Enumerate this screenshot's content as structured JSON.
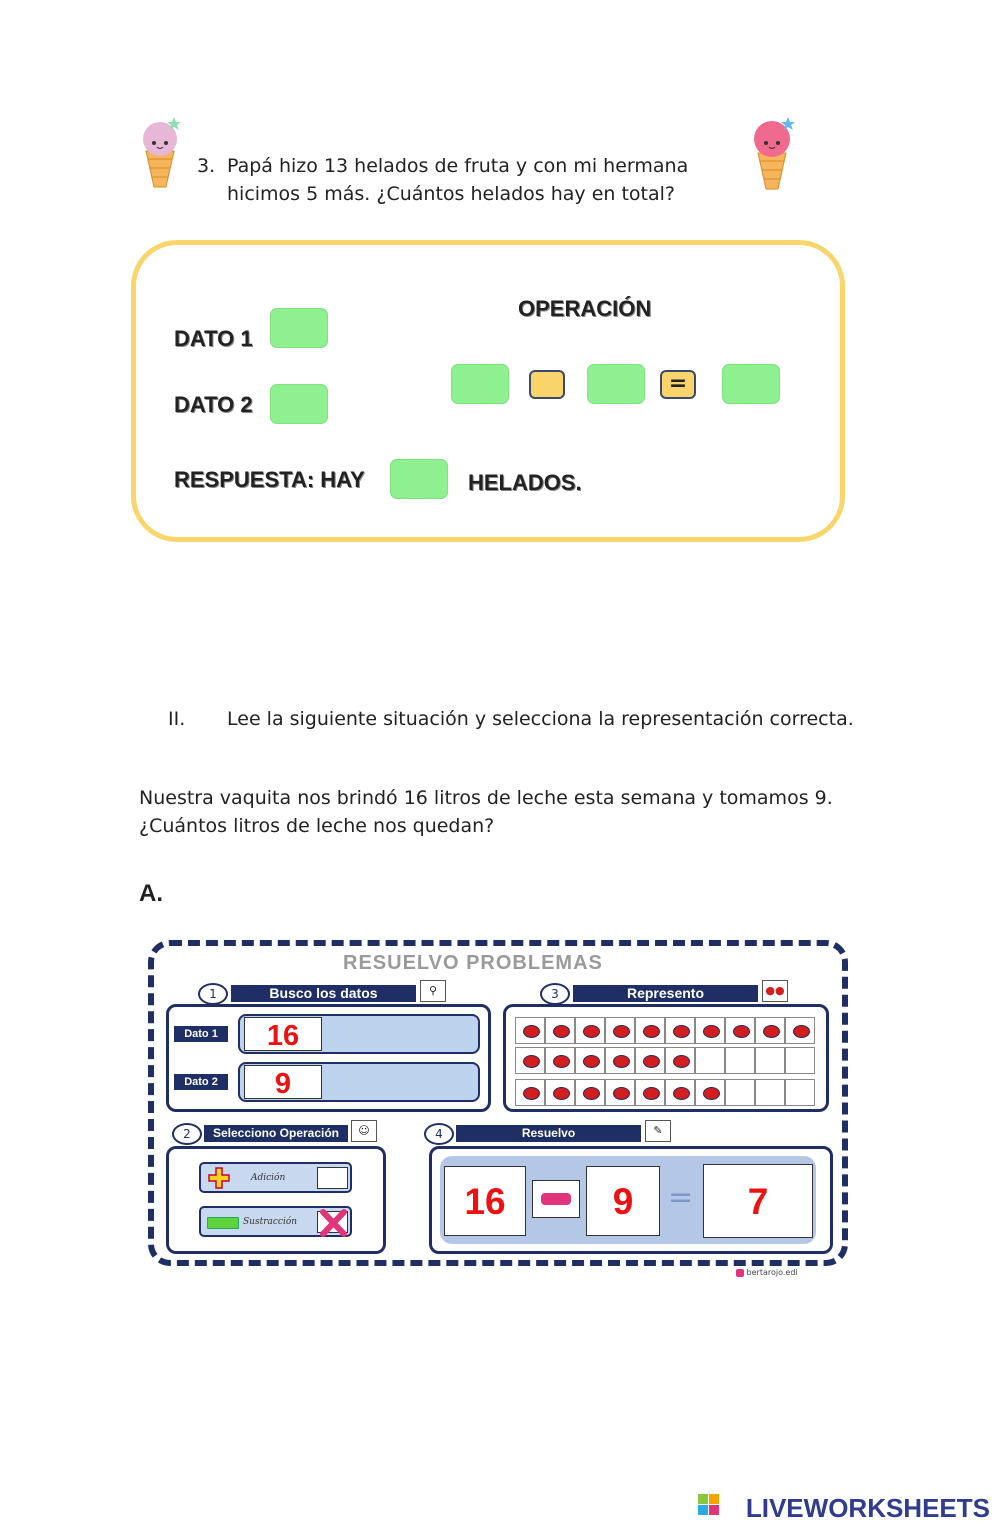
{
  "problem3": {
    "number": "3.",
    "line1": "Papá hizo 13 helados de fruta y con mi hermana",
    "line2": "hicimos 5 más. ¿Cuántos helados hay en total?"
  },
  "answer_card": {
    "dato1_label": "DATO 1",
    "dato2_label": "DATO 2",
    "operacion_label": "OPERACIÓN",
    "equals_symbol": "=",
    "respuesta_prefix": "RESPUESTA: HAY",
    "respuesta_suffix": "HELADOS."
  },
  "section2": {
    "numeral": "II.",
    "instruction": "Lee la siguiente situación y selecciona la representación correcta."
  },
  "problem_milk": {
    "line1": "Nuestra vaquita nos brindó 16 litros de leche esta semana y tomamos 9.",
    "line2": "¿Cuántos litros de leche nos quedan?"
  },
  "option_a": {
    "label": "A.",
    "sheet_title": "RESUELVO PROBLEMAS",
    "step1": {
      "num": "1",
      "title": "Busco los datos"
    },
    "step2": {
      "num": "2",
      "title": "Selecciono  Operación"
    },
    "step3": {
      "num": "3",
      "title": "Represento"
    },
    "step4": {
      "num": "4",
      "title": "Resuelvo"
    },
    "dato1_tag": "Dato 1",
    "dato2_tag": "Dato 2",
    "dato1_value": "16",
    "dato2_value": "9",
    "adicion_label": "Adición",
    "sustraccion_label": "Sustracción",
    "selected_operation": "Sustracción",
    "dots_per_row": [
      10,
      6,
      7
    ],
    "equation_a": "16",
    "equation_b": "9",
    "equation_equals": "=",
    "equation_result": "7",
    "credit": "bertarojo.edi"
  },
  "footer": {
    "brand": "LIVEWORKSHEETS"
  },
  "colors": {
    "card_border": "#f9d56b",
    "answer_box": "#8ef08e",
    "operator_box": "#f9d46a",
    "sheet_navy": "#1f2f66",
    "dot_red": "#d21e1e"
  }
}
